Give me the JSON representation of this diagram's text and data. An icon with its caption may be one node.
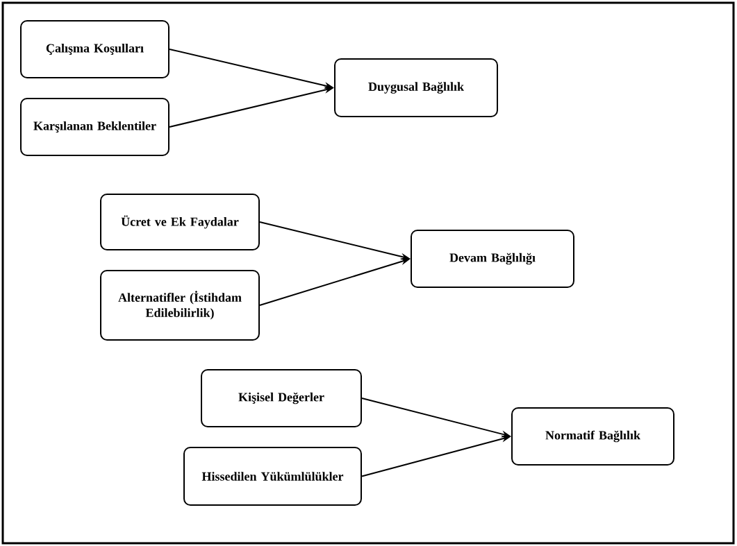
{
  "diagram": {
    "nodes": [
      {
        "text": [
          "Çalışma Koşulları"
        ]
      },
      {
        "text": [
          "Karşılanan Beklentiler"
        ]
      },
      {
        "text": [
          "Duygusal Bağlılık"
        ]
      },
      {
        "text": [
          "Ücret ve Ek Faydalar"
        ]
      },
      {
        "text": [
          "Alternatifler (İstihdam Edilebilirlik)"
        ]
      },
      {
        "text": [
          "Devam Bağlılığı"
        ]
      },
      {
        "text": [
          "Kişisel Değerler"
        ]
      },
      {
        "text": [
          "Hissedilen Yükümlülükler"
        ]
      },
      {
        "text": [
          "Normatif Bağlılık"
        ]
      }
    ],
    "edges": [
      {
        "from": 0,
        "to": 2,
        "arrow": "to"
      },
      {
        "from": 1,
        "to": 2,
        "arrow": "to"
      },
      {
        "from": 3,
        "to": 5,
        "arrow": "to"
      },
      {
        "from": 4,
        "to": 5,
        "arrow": "to"
      },
      {
        "from": 6,
        "to": 8,
        "arrow": "to"
      },
      {
        "from": 7,
        "to": 8,
        "arrow": "to"
      }
    ]
  }
}
